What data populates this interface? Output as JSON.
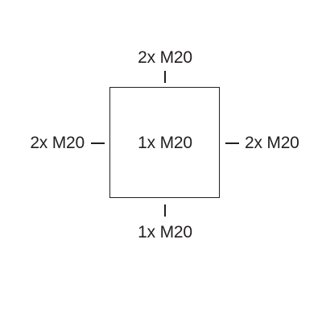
{
  "diagram": {
    "center_label": "1x M20",
    "top_label": "2x M20",
    "bottom_label": "1x M20",
    "left_label": "2x M20",
    "right_label": "2x M20"
  },
  "colors": {
    "stroke": "#231f20",
    "background": "#ffffff"
  }
}
